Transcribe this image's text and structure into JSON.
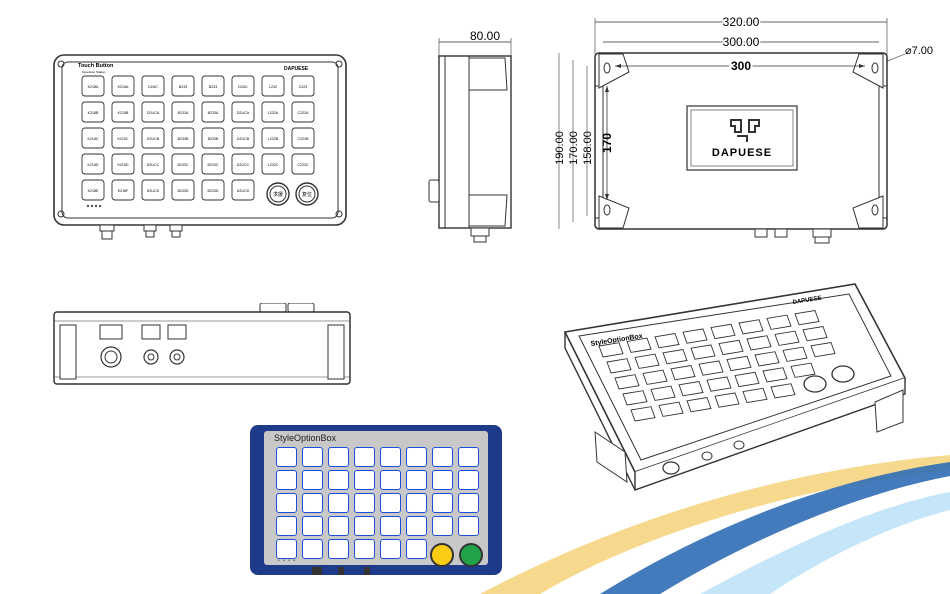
{
  "front_view": {
    "title": "Touch Button",
    "subtitle": "Operation Station",
    "brand": "DAPUESE",
    "keys": [
      [
        "K218A",
        "K215A",
        "D2UC",
        "B233",
        "B233",
        "D2UC",
        "L232",
        "C223"
      ],
      [
        "K218B",
        "K215B",
        "D2UCA",
        "B233A",
        "B233A",
        "D2UCA",
        "L232A",
        "C223A"
      ],
      [
        "K218C",
        "K215C",
        "D2UCB",
        "B233B",
        "B233B",
        "D2UCB",
        "L232B",
        "C223B"
      ],
      [
        "K218D",
        "K215D",
        "D2UCC",
        "B233C",
        "B233C",
        "D2UCC",
        "L232C",
        "C223C"
      ],
      [
        "K218E",
        "K218F",
        "D2UCD",
        "B233D",
        "B233D",
        "D2UCD"
      ]
    ],
    "round_buttons": [
      "求援",
      "复位"
    ]
  },
  "side_view": {
    "width_dim": "80.00"
  },
  "back_view": {
    "dim_overall_width": "320.00",
    "dim_inner_width": "300.00",
    "dim_hole_span": "300",
    "dim_hole_dia": "⌀7.00",
    "dim_height_190": "190.00",
    "dim_height_170": "170.00",
    "dim_height_158": "158.00",
    "dim_hole_vspan": "170",
    "logo_text": "DAPUESE"
  },
  "iso_view": {
    "label": "StyleOptionBox",
    "brand": "DAPUESE"
  },
  "photo_view": {
    "label": "StyleOptionBox",
    "colors": {
      "frame": "#1e3a8a",
      "panel": "#c8c8c8",
      "key": "#ffffff",
      "key_border": "#1d4ed8",
      "yellow": "#facc15",
      "green": "#22a34a"
    }
  },
  "background": {
    "swoosh_colors": [
      "#f5c96b",
      "#2b6cb0",
      "#bfe0f5"
    ]
  }
}
